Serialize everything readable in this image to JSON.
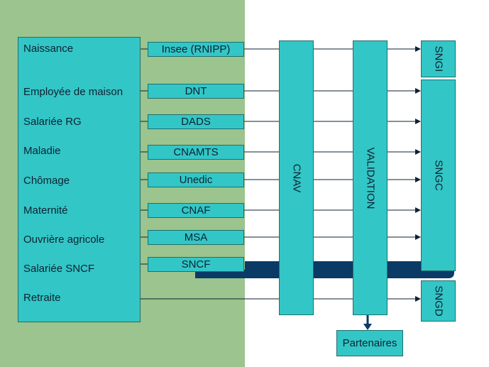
{
  "life_events": [
    "Naissance",
    "Employée de maison",
    "Salariée RG",
    "Maladie",
    "Chômage",
    "Maternité",
    "Ouvrière agricole",
    "Salariée SNCF",
    "Retraite"
  ],
  "sources": [
    "Insee (RNIPP)",
    "DNT",
    "DADS",
    "CNAMTS",
    "Unedic",
    "CNAF",
    "MSA",
    "SNCF"
  ],
  "cnav": "CNAV",
  "validation": "VALIDATION",
  "sngi": "SNGI",
  "sngc": "SNGC",
  "sngd": "SNGD",
  "partners": "Partenaires",
  "colors": {
    "box": "#33c6c6",
    "green_bg": "#9bc48e",
    "dark_band": "#0a3a66"
  }
}
